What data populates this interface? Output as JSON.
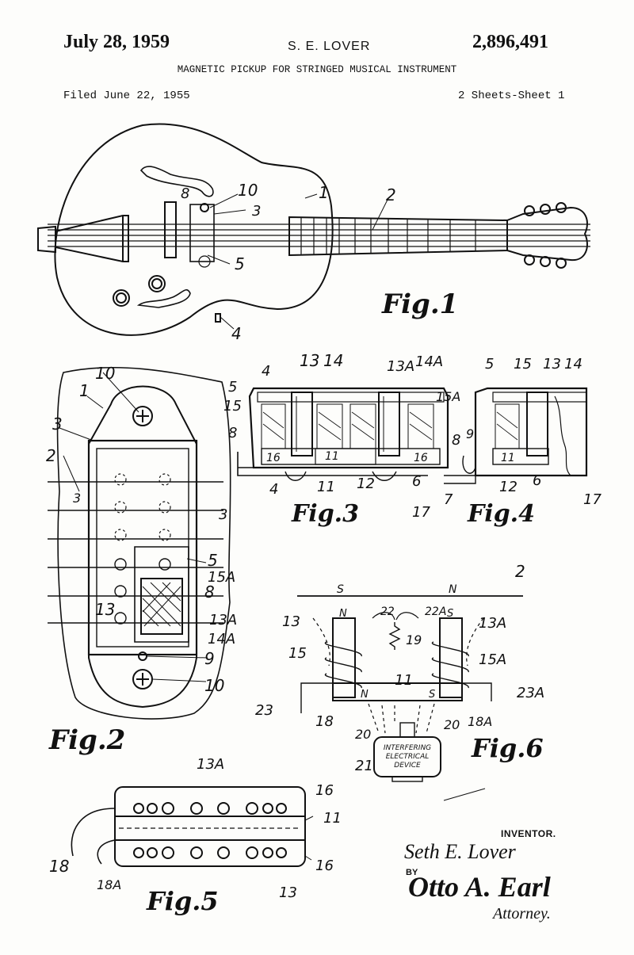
{
  "header": {
    "date": "July 28, 1959",
    "inventor_short": "S. E. LOVER",
    "patent_number": "2,896,491",
    "title": "MAGNETIC PICKUP FOR STRINGED MUSICAL INSTRUMENT",
    "filed": "Filed June 22, 1955",
    "sheets": "2 Sheets-Sheet 1"
  },
  "figures": {
    "fig1": "Fig.1",
    "fig2": "Fig.2",
    "fig3": "Fig.3",
    "fig4": "Fig.4",
    "fig5": "Fig.5",
    "fig6": "Fig.6"
  },
  "fig1_refs": [
    "10",
    "2",
    "8",
    "1",
    "3",
    "5",
    "4"
  ],
  "fig2_refs": [
    "10",
    "1",
    "3",
    "2",
    "3",
    "3",
    "5",
    "15A",
    "8",
    "13A",
    "14A",
    "13",
    "9",
    "10"
  ],
  "fig3_refs": [
    "4",
    "13",
    "14",
    "13A",
    "14A",
    "5",
    "15",
    "15A",
    "8",
    "16",
    "11",
    "16",
    "4",
    "11",
    "12",
    "6",
    "17"
  ],
  "fig4_refs": [
    "5",
    "15",
    "13",
    "14",
    "9",
    "8",
    "11",
    "7",
    "12",
    "6",
    "17"
  ],
  "fig5_refs": [
    "13A",
    "16",
    "11",
    "18",
    "18A",
    "13",
    "16"
  ],
  "fig6_refs": [
    "2",
    "S",
    "N",
    "N",
    "S",
    "22",
    "22A",
    "13",
    "13A",
    "19",
    "15",
    "15A",
    "11",
    "N",
    "S",
    "23",
    "18",
    "20",
    "20",
    "18A",
    "23A",
    "21"
  ],
  "device_label": [
    "INTERFERING",
    "ELECTRICAL",
    "DEVICE"
  ],
  "signature": {
    "inventor_label": "INVENTOR.",
    "inventor_name": "Seth E. Lover",
    "by": "BY",
    "attorney_name": "Otto A. Earl",
    "attorney_label": "Attorney."
  }
}
